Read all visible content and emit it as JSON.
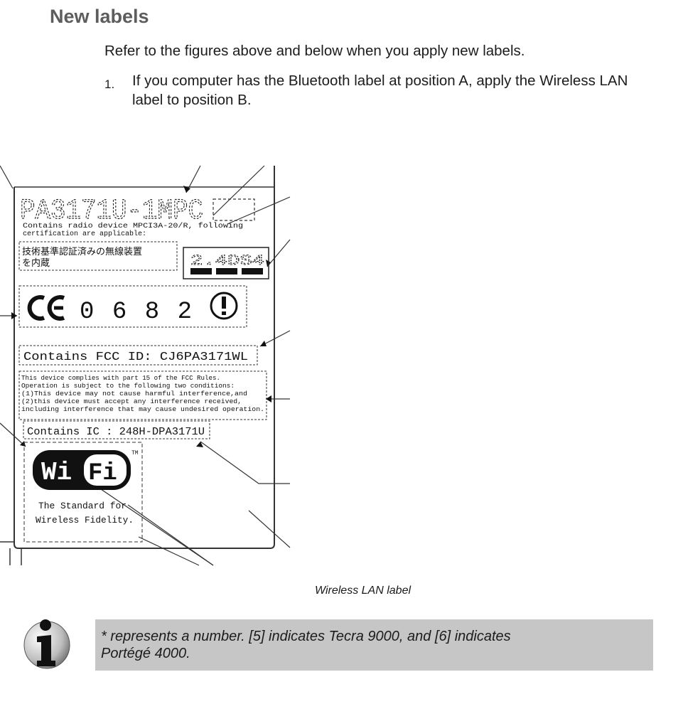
{
  "section": {
    "heading": "New labels",
    "intro": "Refer to the figures above and below when you apply new labels.",
    "steps": [
      {
        "number": "1.",
        "text": "If you computer has the Bluetooth label at position A, apply the Wireless LAN label to position B."
      }
    ]
  },
  "label": {
    "part_number": "PA3171U-1MPC",
    "radio_device_line1": "Contains radio device MPCI3A-20/R, following",
    "radio_device_line2": "certification are applicable:",
    "jp_cert_line1": "技術基準認証済みの無線装置",
    "jp_cert_line2": "を内蔵",
    "band_code": "2.4DS4",
    "ce_number": "0682",
    "fcc_id": "Contains FCC ID: CJ6PA3171WL",
    "fcc_text": [
      "This device complies with part 15 of the FCC Rules.",
      "Operation is subject to the following two conditions:",
      "(1)This device may not cause harmful interference,and",
      "(2)this device must accept any interference received,",
      "including interference that may cause undesired operation."
    ],
    "ic_id": "Contains IC : 248H-DPA3171U",
    "wifi_left": "Wi",
    "wifi_right": "Fi",
    "wifi_tm": "TM",
    "wifi_tagline1": "The Standard for",
    "wifi_tagline2": "Wireless Fidelity."
  },
  "figure_caption": "Wireless LAN label",
  "note": {
    "icon": "info-icon",
    "line1": "* represents a number. [5] indicates Tecra 9000, and [6] indicates",
    "line2": "Portégé 4000."
  }
}
